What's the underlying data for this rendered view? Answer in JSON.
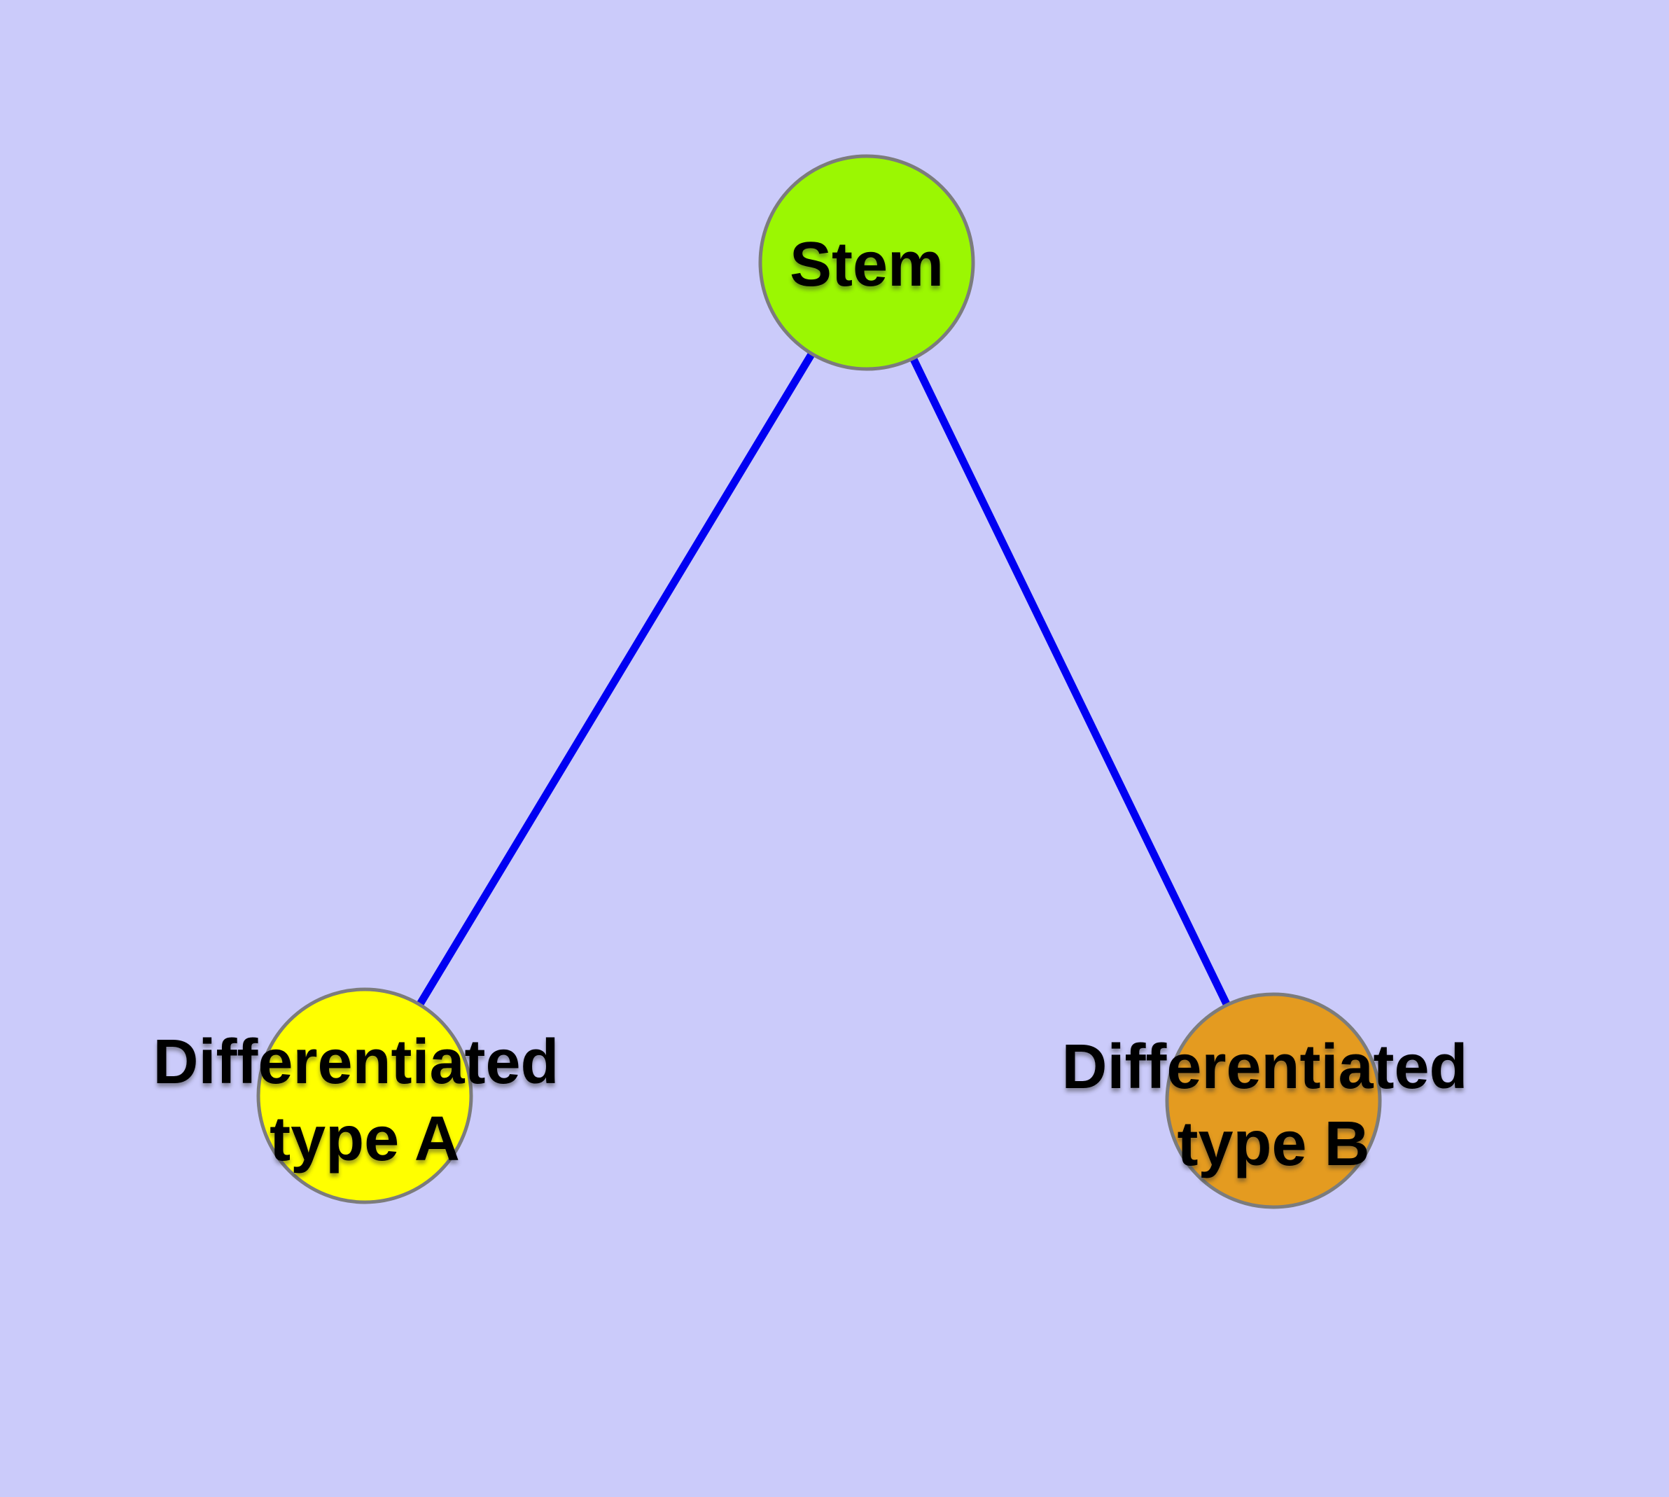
{
  "diagram": {
    "type": "graph",
    "description": "Stem cell differentiation tree with one parent node and two differentiated child nodes",
    "colors": {
      "background": "#cbcbfa",
      "edge": "#0000f2",
      "node_border": "#7c7c7c",
      "label": "#000000",
      "stem_fill": "#9bf702",
      "type_a_fill": "#ffff00",
      "type_b_fill": "#e49b20"
    },
    "nodes": [
      {
        "id": "stem",
        "label": "Stem",
        "lines": [
          "Stem"
        ],
        "color": "#9bf702"
      },
      {
        "id": "differentiated-type-a",
        "label": "Differentiated type A",
        "lines": [
          "Differentiated",
          "type A"
        ],
        "color": "#ffff00"
      },
      {
        "id": "differentiated-type-b",
        "label": "Differentiated type B",
        "lines": [
          "Differentiated",
          "type B"
        ],
        "color": "#e49b20"
      }
    ],
    "edges": [
      {
        "from": "Stem",
        "to": "Differentiated type A"
      },
      {
        "from": "Stem",
        "to": "Differentiated type B"
      }
    ]
  }
}
